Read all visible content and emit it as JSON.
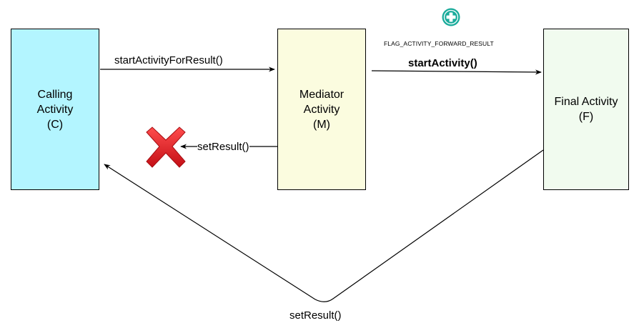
{
  "nodes": {
    "calling": {
      "lines": [
        "Calling",
        "Activity",
        "(C)"
      ]
    },
    "mediator": {
      "lines": [
        "Mediator",
        "Activity",
        "(M)"
      ]
    },
    "final": {
      "lines": [
        "Final Activity",
        "(F)"
      ]
    }
  },
  "edges": {
    "c_to_m": {
      "label": "startActivityForResult()"
    },
    "m_to_f": {
      "label": "startActivity()",
      "flag": "FLAG_ACTIVITY_FORWARD_RESULT"
    },
    "m_result": {
      "label": "setResult()"
    },
    "f_to_c": {
      "label": "setResult()"
    }
  },
  "icons": {
    "plus": "plus-circle-icon",
    "cross": "cross-icon"
  },
  "colors": {
    "calling_fill": "#b3f5ff",
    "mediator_fill": "#fbfcdf",
    "final_fill": "#f1fbef",
    "plus_icon": "#1aab9b",
    "cross_icon": "#e3242b"
  }
}
